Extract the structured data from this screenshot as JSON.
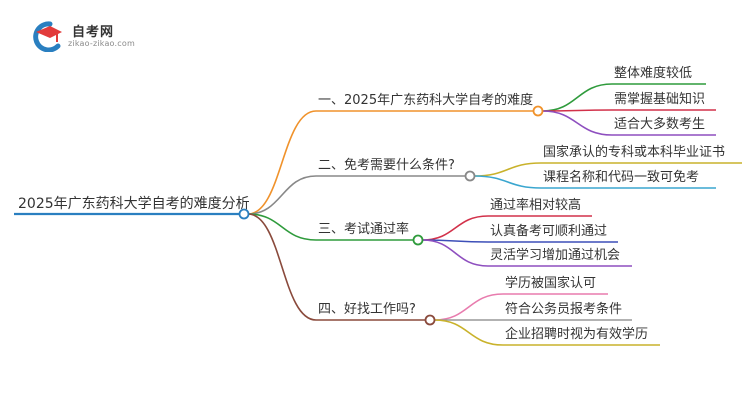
{
  "logo": {
    "title": "自考网",
    "subtitle": "zikao-zikao.com",
    "icon": "graduation-cap-icon"
  },
  "root": {
    "label": "2025年广东药科大学自考的难度分析",
    "color": "#2a7fc0"
  },
  "branches": [
    {
      "label": "一、2025年广东药科大学自考的难度",
      "color": "#f0922b",
      "leaves": [
        {
          "label": "整体难度较低",
          "color": "#2f9b3c"
        },
        {
          "label": "需掌握基础知识",
          "color": "#d2314a"
        },
        {
          "label": "适合大多数考生",
          "color": "#8e4fbf"
        }
      ]
    },
    {
      "label": "二、免考需要什么条件?",
      "color": "#888888",
      "leaves": [
        {
          "label": "国家承认的专科或本科毕业证书",
          "color": "#c9b22b"
        },
        {
          "label": "课程名称和代码一致可免考",
          "color": "#3aa6cf"
        }
      ]
    },
    {
      "label": "三、考试通过率",
      "color": "#2f9b3c",
      "leaves": [
        {
          "label": "通过率相对较高",
          "color": "#d2314a"
        },
        {
          "label": "认真备考可顺利通过",
          "color": "#3d4fb8"
        },
        {
          "label": "灵活学习增加通过机会",
          "color": "#8e4fbf"
        }
      ]
    },
    {
      "label": "四、好找工作吗?",
      "color": "#8a4a3c",
      "leaves": [
        {
          "label": "学历被国家认可",
          "color": "#e87cae"
        },
        {
          "label": "符合公务员报考条件",
          "color": "#999999"
        },
        {
          "label": "企业招聘时视为有效学历",
          "color": "#c9b22b"
        }
      ]
    }
  ]
}
